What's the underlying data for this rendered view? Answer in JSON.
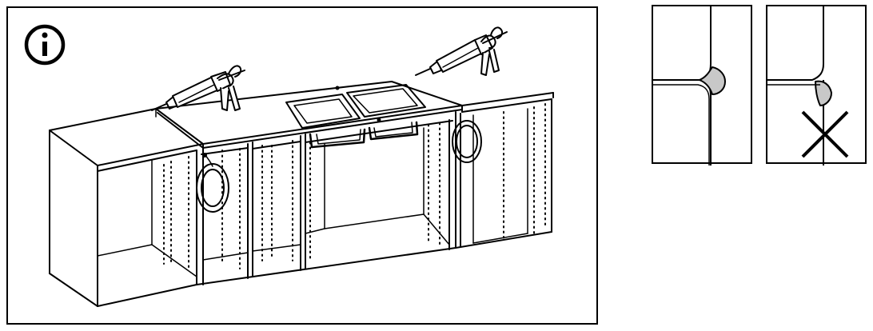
{
  "main_illustration": {
    "icon": "info-icon",
    "subject": "cabinet-run-with-sink-countertop",
    "tool": "caulk-gun"
  },
  "detail_correct": {
    "icon": "sealant-bead",
    "fill_color": "#c8c8c8"
  },
  "detail_incorrect": {
    "icon": "cross-icon",
    "fill_color": "#c8c8c8"
  },
  "colors": {
    "line": "#000000",
    "background": "#ffffff",
    "sealant": "#c8c8c8"
  }
}
